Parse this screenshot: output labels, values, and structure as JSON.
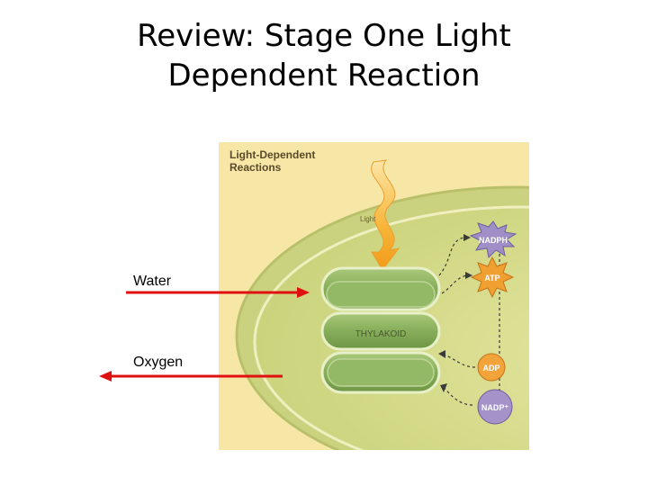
{
  "slide": {
    "title_line1": "Review: Stage One Light",
    "title_line2": "Dependent Reaction"
  },
  "diagram": {
    "heading_line1": "Light-Dependent",
    "heading_line2": "Reactions",
    "light_label": "Light",
    "thylakoid_label": "THYLAKOID",
    "molecules": {
      "nadph": "NADPH",
      "atp": "ATP",
      "adp": "ADP",
      "nadp": "NADP⁺"
    }
  },
  "annotations": {
    "water": "Water",
    "oxygen": "Oxygen"
  },
  "colors": {
    "arrow": "#e01010",
    "background_yellow": "#f7e7a6",
    "stroma_green": "#d6dc8a",
    "thylakoid_green": "#8fb561",
    "light_orange": "#f5a623",
    "nadph_purple": "#9f8fc6",
    "atp_orange": "#f0a030"
  }
}
